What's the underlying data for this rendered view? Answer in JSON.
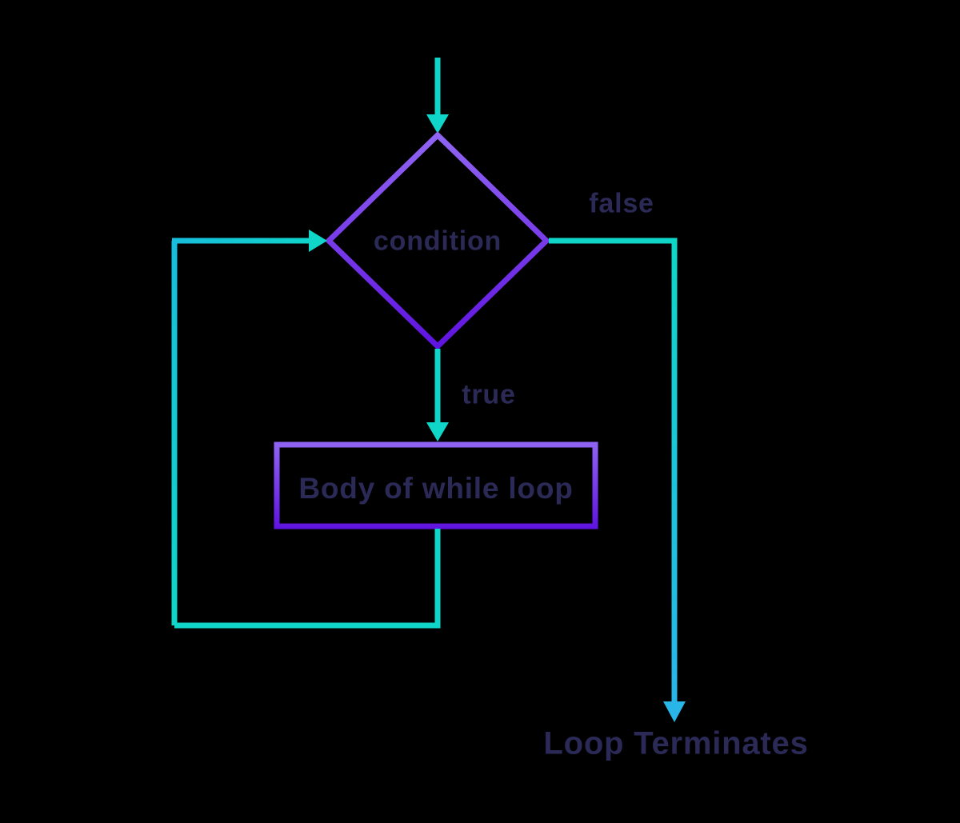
{
  "labels": {
    "condition": "condition",
    "true_branch": "true",
    "false_branch": "false",
    "body": "Body of while loop",
    "terminates": "Loop Terminates"
  },
  "colors": {
    "teal": "#0FD6C8",
    "cyan_blue": "#17BEDD",
    "arrow_blue": "#29B5E8",
    "purple_light": "#9065F2",
    "purple_dark": "#5F13E0",
    "text": "#2B2956",
    "background": "#000000"
  }
}
